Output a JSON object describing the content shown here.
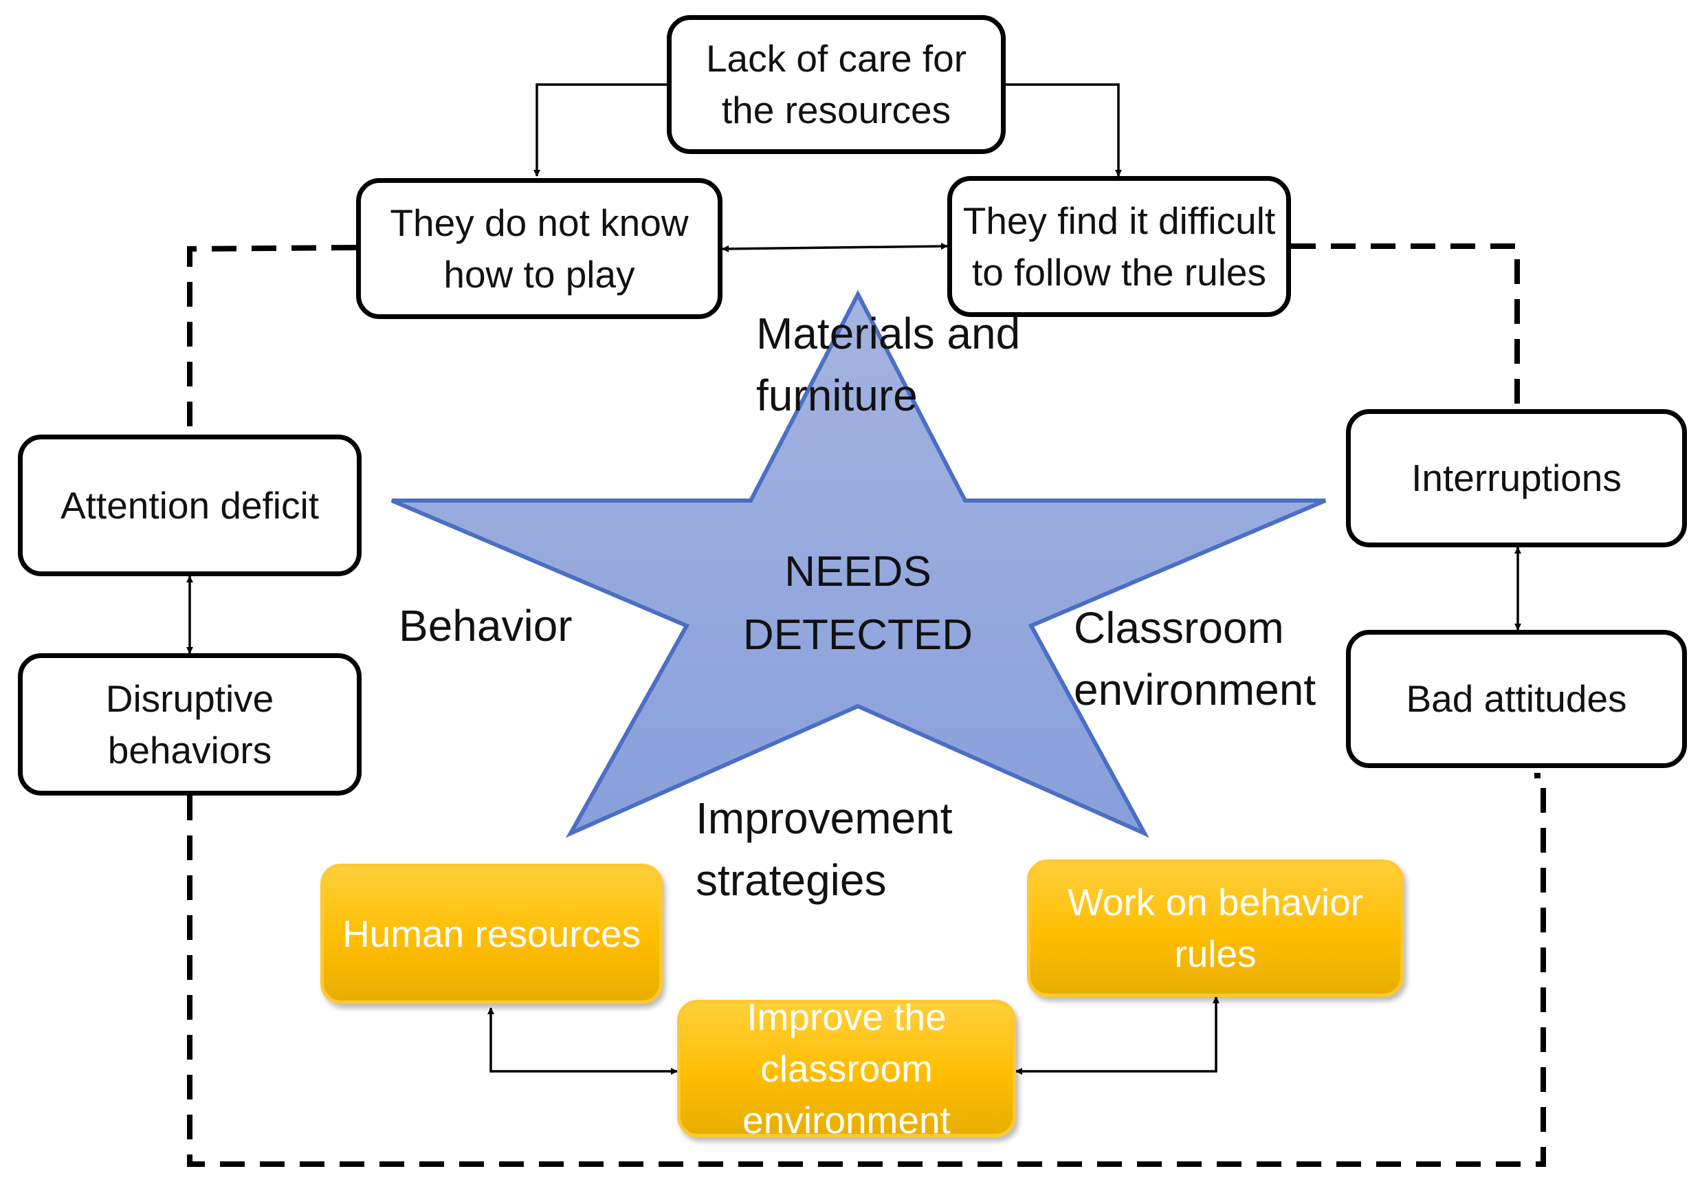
{
  "boxes": {
    "lack_of_care": "Lack of care for the resources",
    "do_not_know": "They do not know how to play",
    "difficult_rules": "They find it difficult to follow the rules",
    "attention_deficit": "Attention deficit",
    "disruptive": "Disruptive behaviors",
    "interruptions": "Interruptions",
    "bad_attitudes": "Bad attitudes"
  },
  "strategies": {
    "human_resources": "Human resources",
    "work_on_rules": "Work on behavior rules",
    "improve_classroom": "Improve the classroom environment"
  },
  "categories": {
    "materials": "Materials and furniture",
    "behavior": "Behavior",
    "classroom": "Classroom environment",
    "improvement": "Improvement strategies"
  },
  "center": {
    "line1": "NEEDS",
    "line2": "DETECTED"
  },
  "colors": {
    "star_fill_top": "#a4b4e0",
    "star_fill_bottom": "#889fdb",
    "star_stroke": "#4a6fc4",
    "strategy_fill": "#ffc000",
    "strategy_text": "#ffffff"
  }
}
